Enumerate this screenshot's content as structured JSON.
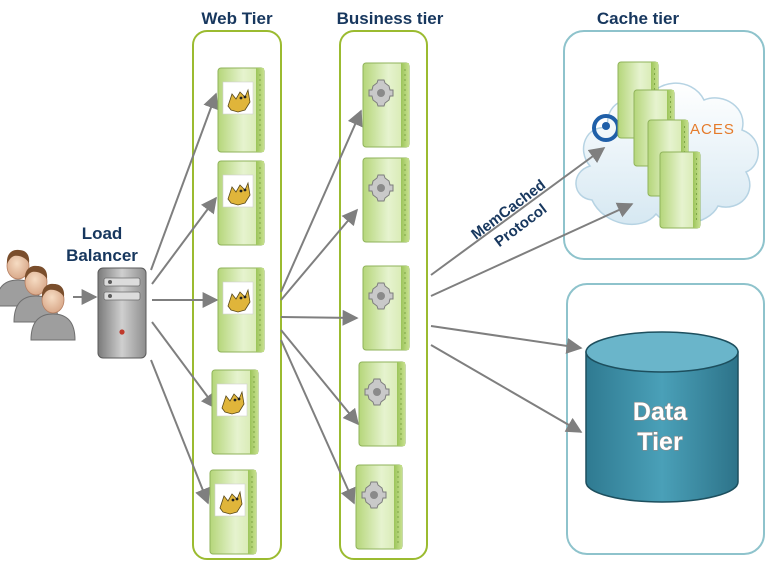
{
  "tiers": {
    "web": "Web Tier",
    "business": "Business tier",
    "cache": "Cache tier",
    "data_line1": "Data",
    "data_line2": "Tier"
  },
  "load_balancer": {
    "line1": "Load",
    "line2": "Balancer"
  },
  "protocol": {
    "line1": "MemCached",
    "line2": "Protocol"
  },
  "cache_logo": {
    "text": "ACES"
  },
  "colors": {
    "tier_border": "#9bbb30",
    "tier_fill": "#ffffff",
    "box_border": "#8ec3cc",
    "cloud_fill": "#e6f1f7",
    "server_green": "#c9e39a",
    "cylinder_teal": "#3a8aa3",
    "arrow": "#7f7f7f",
    "label_navy": "#17375e"
  },
  "icons": {
    "user": "user-icon",
    "load_balancer": "server-icon",
    "web_server": "tomcat-server-icon",
    "business_server": "gear-server-icon",
    "cache_server": "cache-server-icon",
    "database": "database-cylinder-icon"
  }
}
